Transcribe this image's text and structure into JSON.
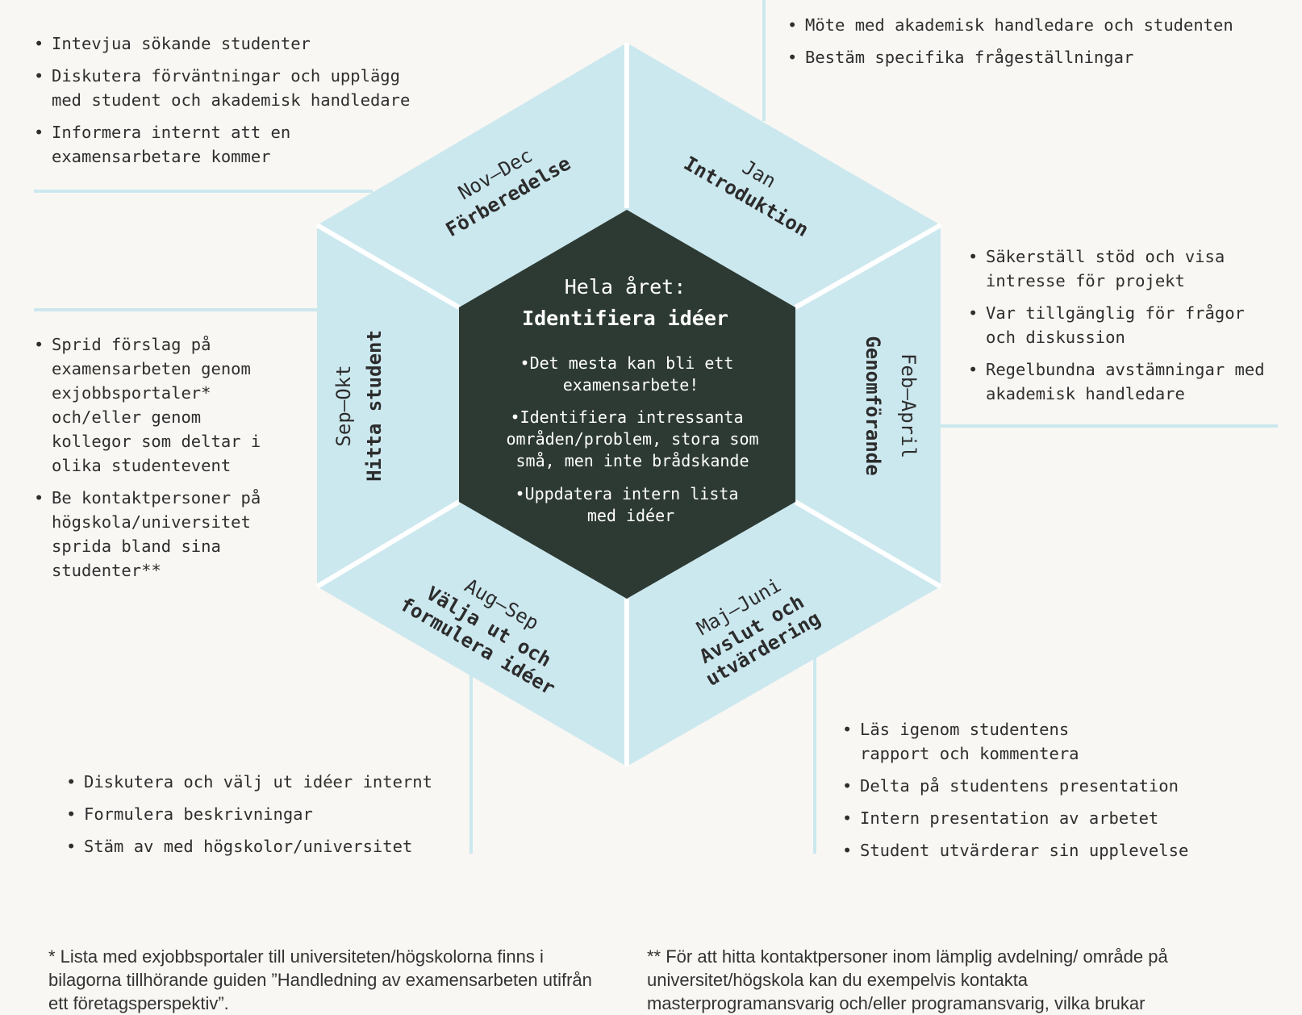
{
  "colors": {
    "background": "#f9f7f3",
    "segment": "#cce8ef",
    "center": "#2d3a33",
    "divider": "#ffffff",
    "connector": "#cce8ef"
  },
  "center": {
    "title_line1": "Hela året:",
    "title_line2": "Identifiera idéer",
    "bullets": [
      {
        "lines": [
          "•Det mesta kan bli ett",
          "examensarbete!"
        ]
      },
      {
        "lines": [
          "•Identifiera intressanta",
          "områden/problem, stora som",
          "små, men inte brådskande"
        ]
      },
      {
        "lines": [
          "•Uppdatera intern lista",
          "med idéer"
        ]
      }
    ]
  },
  "segments": {
    "nov_dec": {
      "period": "Nov–Dec",
      "name": "Förberedelse"
    },
    "jan": {
      "period": "Jan",
      "name": "Introduktion"
    },
    "feb_april": {
      "period": "Feb–April",
      "name": "Genomförande"
    },
    "maj_juni": {
      "period": "Maj–Juni",
      "name_line1": "Avslut och",
      "name_line2": "utvärdering"
    },
    "aug_sep": {
      "period": "Aug–Sep",
      "name_line1": "Välja ut och",
      "name_line2": "formulera idéer"
    },
    "sep_okt": {
      "period": "Sep–Okt",
      "name": "Hitta student"
    }
  },
  "lists": {
    "nov_dec": [
      "Intevjua sökande studenter",
      "Diskutera förväntningar och upplägg med student och akademisk handledare",
      "Informera internt att en examensarbetare kommer"
    ],
    "jan": [
      "Möte med akademisk handledare och studenten",
      "Bestäm specifika frågeställningar"
    ],
    "feb_april": [
      "Säkerställ stöd och visa intresse för projekt",
      "Var tillgänglig för frågor och diskussion",
      "Regelbundna avstämningar med akademisk handledare"
    ],
    "maj_juni": [
      "Läs igenom studentens rapport och kommentera",
      "Delta på studentens presentation",
      "Intern presentation av arbetet",
      "Student utvärderar sin upplevelse"
    ],
    "aug_sep": [
      "Diskutera och välj ut idéer internt",
      "Formulera beskrivningar",
      "Stäm av med högskolor/universitet"
    ],
    "sep_okt": [
      "Sprid förslag på examensarbeten genom exjobbsportaler* och/eller genom kollegor som deltar i olika studentevent",
      "Be kontaktpersoner på högskola/universitet sprida bland sina studenter**"
    ]
  },
  "footnotes": {
    "left": "* Lista med exjobbsportaler till universiteten/högskolorna finns i bilagorna tillhörande guiden ”Handledning av examensarbeten utifrån ett företagsperspektiv”.",
    "right": "** För att hitta kontaktpersoner inom lämplig avdelning/ område på universitet/högskola kan du exempelvis kontakta masterprogramansvarig och/eller programansvarig, vilka brukar"
  }
}
